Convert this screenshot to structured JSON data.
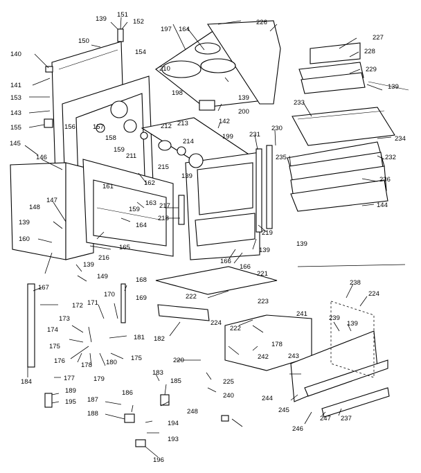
{
  "callouts": [
    "139",
    "151",
    "152",
    "150",
    "197",
    "164",
    "226",
    "227",
    "228",
    "229",
    "139",
    "140",
    "141",
    "153",
    "154",
    "210",
    "198",
    "139",
    "200",
    "142",
    "143",
    "155",
    "156",
    "157",
    "158",
    "159",
    "211",
    "212",
    "213",
    "214",
    "215",
    "139",
    "199",
    "231",
    "230",
    "233",
    "234",
    "232",
    "235",
    "236",
    "144",
    "145",
    "146",
    "147",
    "148",
    "139",
    "160",
    "161",
    "162",
    "159",
    "163",
    "164",
    "165",
    "216",
    "217",
    "218",
    "219",
    "139",
    "139",
    "166",
    "166",
    "139",
    "149",
    "167",
    "168",
    "169",
    "170",
    "171",
    "172",
    "173",
    "174",
    "175",
    "176",
    "177",
    "178",
    "179",
    "180",
    "175",
    "181",
    "182",
    "220",
    "221",
    "222",
    "223",
    "224",
    "222",
    "225",
    "240",
    "241",
    "178",
    "242",
    "243",
    "244",
    "245",
    "246",
    "247",
    "237",
    "238",
    "224",
    "239",
    "139",
    "184",
    "183",
    "185",
    "186",
    "187",
    "188",
    "189",
    "195",
    "194",
    "193",
    "196",
    "248"
  ]
}
